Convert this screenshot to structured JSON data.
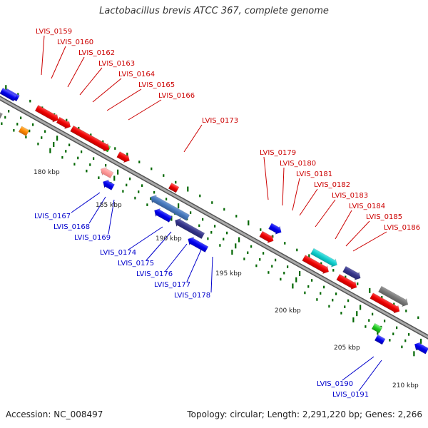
{
  "title": "Lactobacillus brevis ATCC 367, complete genome",
  "footer": {
    "accession": "Accession: NC_008497",
    "topology": "Topology: circular; Length: 2,291,220 bp; Genes: 2,266"
  },
  "colors": {
    "forward_label": "#cc0000",
    "reverse_label": "#0000cc",
    "backbone": "#888888",
    "tick": "#006600"
  },
  "kbp_ticks": [
    "180 kbp",
    "185 kbp",
    "190 kbp",
    "195 kbp",
    "200 kbp",
    "205 kbp",
    "210 kbp"
  ],
  "forward_labels": [
    "LVIS_0159",
    "LVIS_0160",
    "LVIS_0162",
    "LVIS_0163",
    "LVIS_0164",
    "LVIS_0165",
    "LVIS_0166",
    "LVIS_0173",
    "LVIS_0179",
    "LVIS_0180",
    "LVIS_0181",
    "LVIS_0182",
    "LVIS_0183",
    "LVIS_0184",
    "LVIS_0185",
    "LVIS_0186"
  ],
  "reverse_labels": [
    "LVIS_0167",
    "LVIS_0168",
    "LVIS_0169",
    "LVIS_0174",
    "LVIS_0175",
    "LVIS_0176",
    "LVIS_0177",
    "LVIS_0178",
    "LVIS_0190",
    "LVIS_0191"
  ]
}
